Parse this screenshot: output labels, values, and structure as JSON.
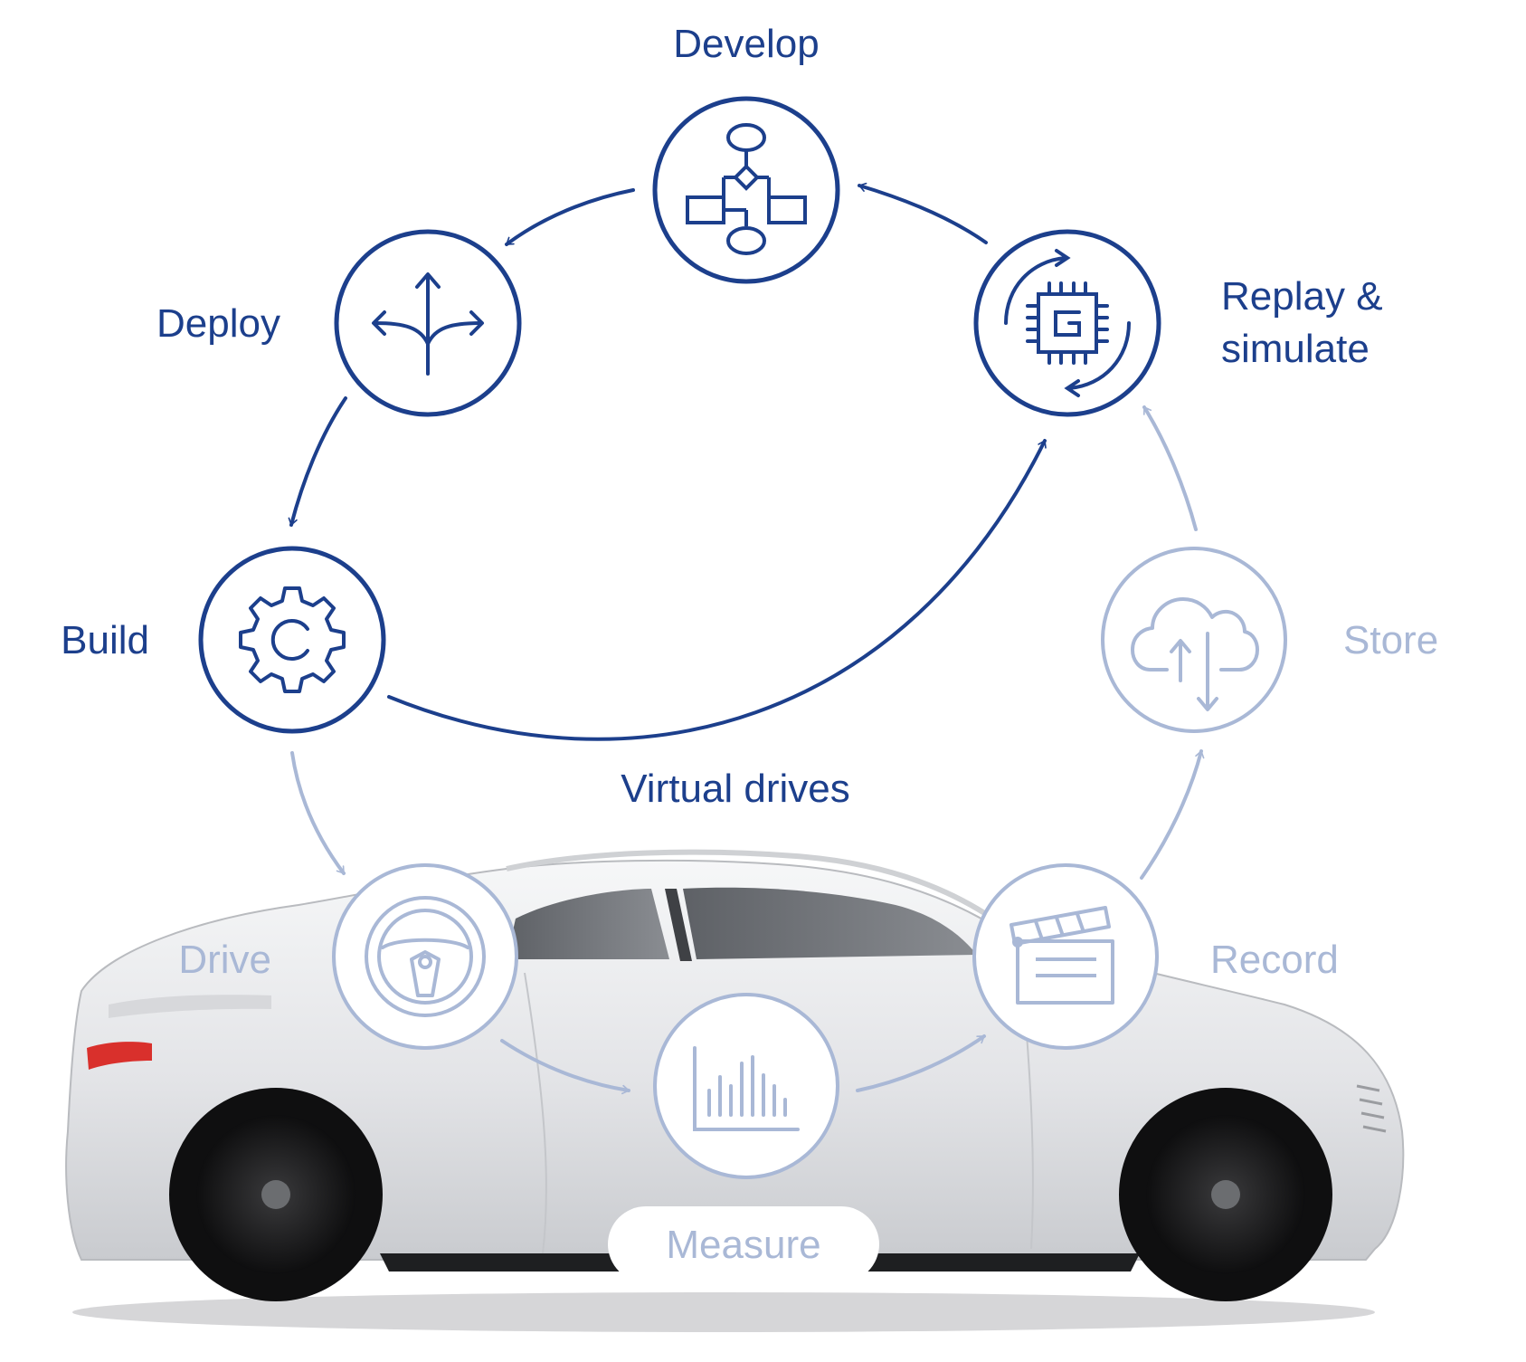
{
  "colors": {
    "primary": "#1c3f8c",
    "muted": "#a9b8d6",
    "car_body": "#e9eaec",
    "tire": "#1a1a1a",
    "tail_light": "#d9302c"
  },
  "nodes": {
    "develop": {
      "label": "Develop",
      "icon": "flowchart-icon"
    },
    "deploy": {
      "label": "Deploy",
      "icon": "branching-arrows-icon"
    },
    "replay": {
      "label_line1": "Replay &",
      "label_line2": "simulate",
      "icon": "processor-chip-icon"
    },
    "build": {
      "label": "Build",
      "icon": "gear-icon"
    },
    "store": {
      "label": "Store",
      "icon": "cloud-upload-download-icon"
    },
    "drive": {
      "label": "Drive",
      "icon": "steering-wheel-icon"
    },
    "record": {
      "label": "Record",
      "icon": "clapperboard-icon"
    },
    "measure": {
      "label": "Measure",
      "icon": "bar-chart-icon"
    }
  },
  "edges": {
    "virtual_drives_label": "Virtual drives"
  },
  "background": {
    "image": "white-electric-sports-car"
  }
}
